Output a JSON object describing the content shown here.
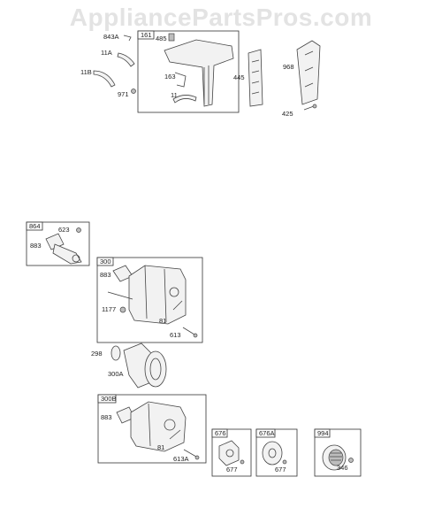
{
  "watermark": "AppliancePartsPros.com",
  "labels": {
    "p843A": "843A",
    "p161": "161",
    "p485": "485",
    "p11A": "11A",
    "p11B": "11B",
    "p163": "163",
    "p971": "971",
    "p11": "11",
    "p445": "445",
    "p968": "968",
    "p425": "425",
    "p864": "864",
    "p623": "623",
    "p883a": "883",
    "p300": "300",
    "p883b": "883",
    "p1177": "1177",
    "p81a": "81",
    "p613": "613",
    "p298": "298",
    "p300A": "300A",
    "p300B": "300B",
    "p883c": "883",
    "p81b": "81",
    "p613A": "613A",
    "p676": "676",
    "p677a": "677",
    "p676A": "676A",
    "p677b": "677",
    "p994": "994",
    "p346": "346"
  }
}
